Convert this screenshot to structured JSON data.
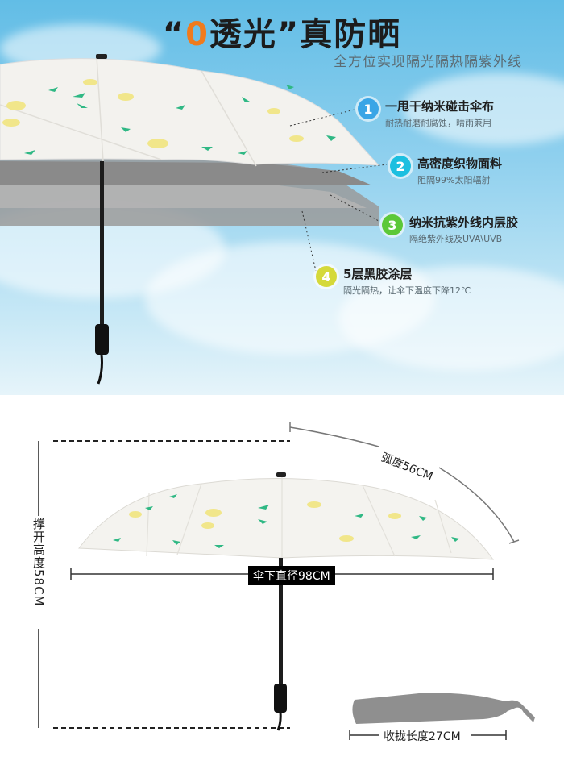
{
  "header": {
    "title_quote_open": "“",
    "title_zero": "0",
    "title_rest": "透光”真防晒",
    "subtitle": "全方位实现隔光隔热隔紫外线"
  },
  "features": [
    {
      "num": "1",
      "title": "一甩干纳米碰击伞布",
      "desc": "耐热耐磨耐腐蚀，晴雨兼用",
      "color": "#39a5e6"
    },
    {
      "num": "2",
      "title": "高密度织物面料",
      "desc": "阻隔99%太阳辐射",
      "color": "#1cbfe0"
    },
    {
      "num": "3",
      "title": "纳米抗紫外线内层胶",
      "desc": "隔绝紫外线及UVA\\UVB",
      "color": "#5cc838"
    },
    {
      "num": "4",
      "title": "5层黑胶涂层",
      "desc": "隔光隔热，让伞下温度下降12℃",
      "color": "#d5d93a"
    }
  ],
  "dimensions": {
    "arc": "弧度56CM",
    "height": "撑开高度58CM",
    "diameter": "伞下直径98CM",
    "folded": "收拢长度27CM"
  },
  "colors": {
    "accent_orange": "#f07b1d",
    "leaf_green": "#2fb884",
    "lemon_yellow": "#f1e68a"
  }
}
